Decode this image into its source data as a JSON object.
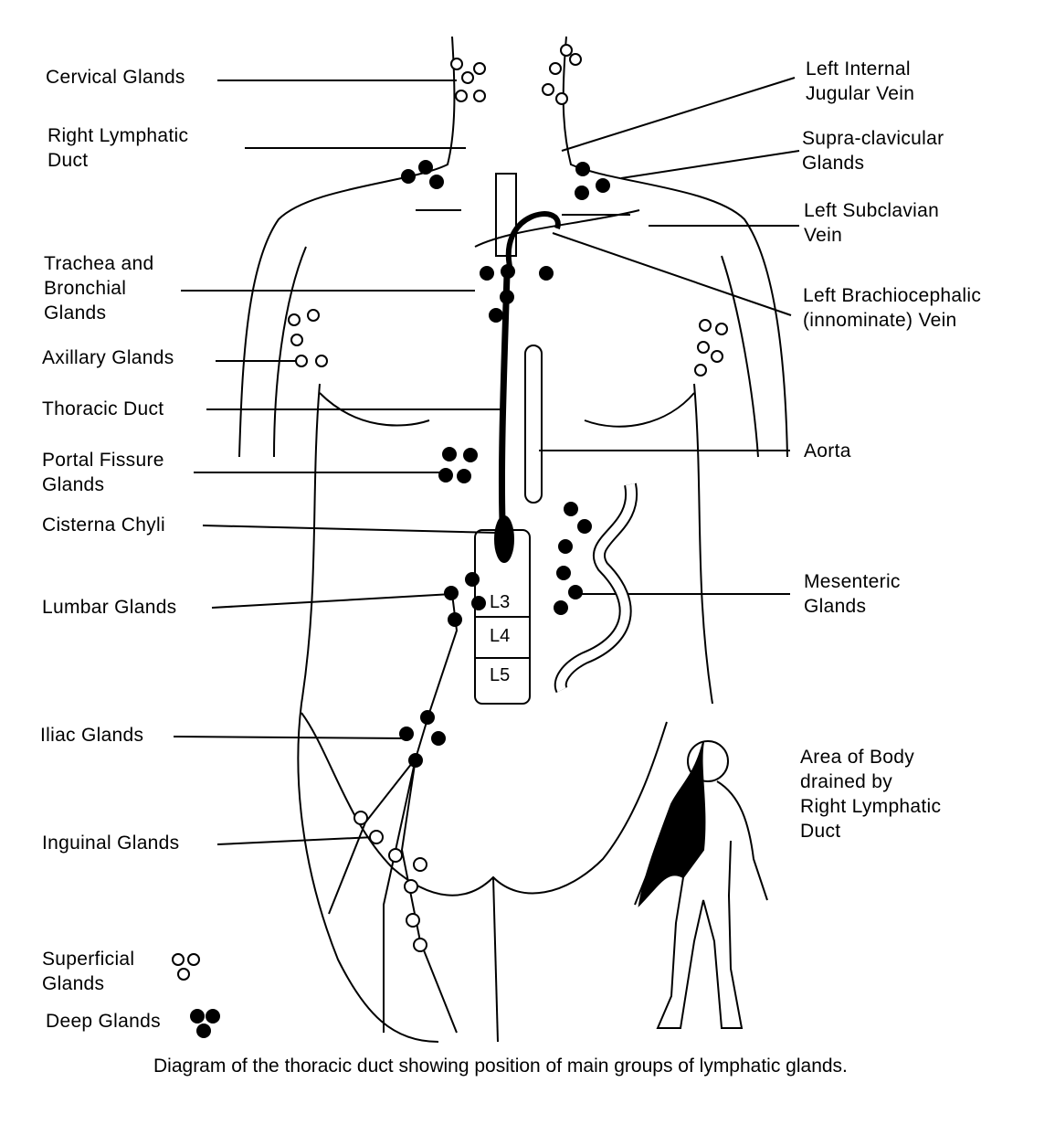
{
  "labels_left": {
    "cervical": [
      "Cervical Glands"
    ],
    "right_lymphatic": [
      "Right Lymphatic",
      "Duct"
    ],
    "trachea": [
      "Trachea and",
      "Bronchial",
      "Glands"
    ],
    "axillary": [
      "Axillary Glands"
    ],
    "thoracic": [
      "Thoracic Duct"
    ],
    "portal": [
      "Portal Fissure",
      "Glands"
    ],
    "cisterna": [
      "Cisterna Chyli"
    ],
    "lumbar": [
      "Lumbar Glands"
    ],
    "iliac": [
      "Iliac Glands"
    ],
    "inguinal": [
      "Inguinal Glands"
    ]
  },
  "labels_right": {
    "jugular": [
      "Left Internal",
      "Jugular Vein"
    ],
    "supraclavicular": [
      "Supra-clavicular",
      "Glands"
    ],
    "subclavian": [
      "Left Subclavian",
      "Vein"
    ],
    "brachiocephalic": [
      "Left Brachiocephalic",
      "(innominate) Vein"
    ],
    "aorta": [
      "Aorta"
    ],
    "mesenteric": [
      "Mesenteric",
      "Glands"
    ],
    "area": [
      "Area of Body",
      "drained by",
      "Right Lymphatic",
      "Duct"
    ]
  },
  "vertebrae": [
    "L3",
    "L4",
    "L5"
  ],
  "legend": {
    "superficial": [
      "Superficial",
      "Glands"
    ],
    "deep": [
      "Deep Glands"
    ]
  },
  "caption": "Diagram of the thoracic duct showing position of main groups of lymphatic glands."
}
